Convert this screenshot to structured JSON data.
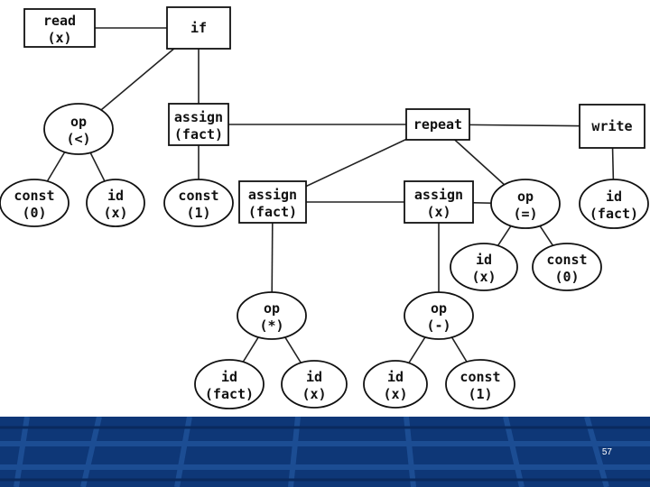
{
  "nodes": {
    "read": {
      "shape": "rect",
      "l1": "read",
      "l2": "(x)"
    },
    "if": {
      "shape": "rect",
      "l1": "if",
      "l2": ""
    },
    "op_lt": {
      "shape": "ellipse",
      "l1": "op",
      "l2": "(<)"
    },
    "assign_fact1": {
      "shape": "rect",
      "l1": "assign",
      "l2": "(fact)"
    },
    "repeat": {
      "shape": "rect",
      "l1": "repeat",
      "l2": ""
    },
    "write": {
      "shape": "rect",
      "l1": "write",
      "l2": ""
    },
    "const_0a": {
      "shape": "ellipse",
      "l1": "const",
      "l2": "(0)"
    },
    "id_x1": {
      "shape": "ellipse",
      "l1": "id",
      "l2": "(x)"
    },
    "const_1a": {
      "shape": "ellipse",
      "l1": "const",
      "l2": "(1)"
    },
    "assign_fact2": {
      "shape": "rect",
      "l1": "assign",
      "l2": "(fact)"
    },
    "assign_x": {
      "shape": "rect",
      "l1": "assign",
      "l2": "(x)"
    },
    "op_eq": {
      "shape": "ellipse",
      "l1": "op",
      "l2": "(=)"
    },
    "id_fact_w": {
      "shape": "ellipse",
      "l1": "id",
      "l2": "(fact)"
    },
    "id_x2": {
      "shape": "ellipse",
      "l1": "id",
      "l2": "(x)"
    },
    "const_0b": {
      "shape": "ellipse",
      "l1": "const",
      "l2": "(0)"
    },
    "op_mul": {
      "shape": "ellipse",
      "l1": "op",
      "l2": "(*)"
    },
    "op_sub": {
      "shape": "ellipse",
      "l1": "op",
      "l2": "(-)"
    },
    "id_fact3": {
      "shape": "ellipse",
      "l1": "id",
      "l2": "(fact)"
    },
    "id_x3": {
      "shape": "ellipse",
      "l1": "id",
      "l2": "(x)"
    },
    "id_x4": {
      "shape": "ellipse",
      "l1": "id",
      "l2": "(x)"
    },
    "const_1b": {
      "shape": "ellipse",
      "l1": "const",
      "l2": "(1)"
    }
  },
  "edges": [
    [
      "read",
      "if"
    ],
    [
      "if",
      "op_lt"
    ],
    [
      "if",
      "assign_fact1"
    ],
    [
      "assign_fact1",
      "repeat"
    ],
    [
      "repeat",
      "write"
    ],
    [
      "op_lt",
      "const_0a"
    ],
    [
      "op_lt",
      "id_x1"
    ],
    [
      "assign_fact1",
      "const_1a"
    ],
    [
      "repeat",
      "assign_fact2"
    ],
    [
      "repeat",
      "op_eq"
    ],
    [
      "assign_fact2",
      "assign_x"
    ],
    [
      "assign_fact2",
      "op_mul"
    ],
    [
      "assign_x",
      "op_sub"
    ],
    [
      "assign_x",
      "op_eq"
    ],
    [
      "write",
      "id_fact_w"
    ],
    [
      "op_eq",
      "id_x2"
    ],
    [
      "op_eq",
      "const_0b"
    ],
    [
      "op_mul",
      "id_fact3"
    ],
    [
      "op_mul",
      "id_x3"
    ],
    [
      "op_sub",
      "id_x4"
    ],
    [
      "op_sub",
      "const_1b"
    ]
  ],
  "footer": {
    "page_number": "57",
    "background": "#0e3777"
  }
}
